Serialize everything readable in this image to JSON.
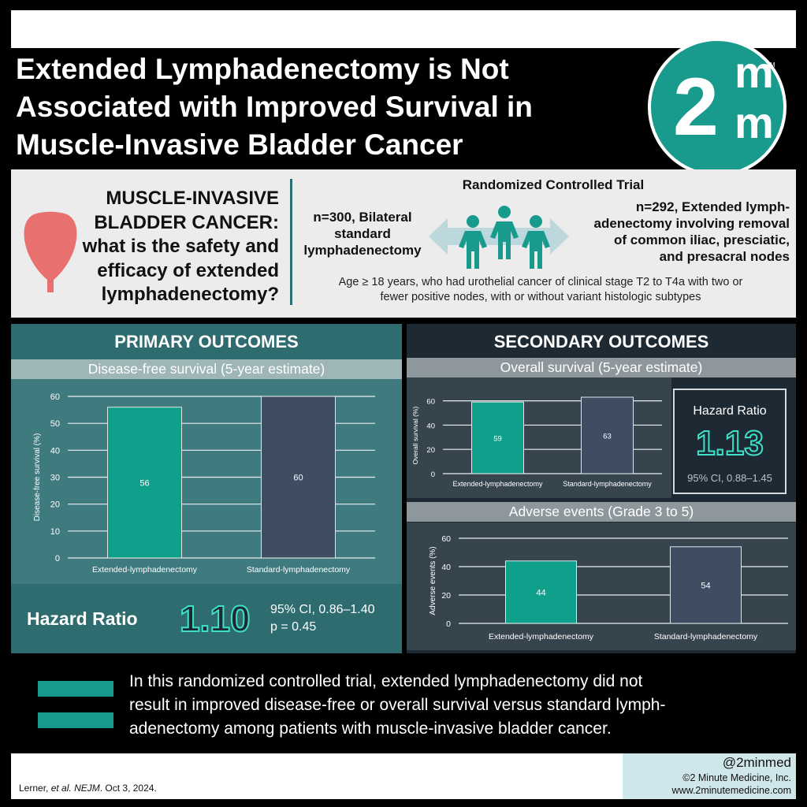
{
  "header": {
    "title_lines": [
      "Extended Lymphadenectomy is Not",
      "Associated with Improved Survival in",
      "Muscle-Invasive Bladder Cancer"
    ],
    "logo": {
      "digit": "2",
      "letter_top": "m",
      "letter_bottom": "m",
      "trademark": "TM"
    }
  },
  "intro": {
    "icon": "bladder-icon",
    "question_lines": [
      "MUSCLE-INVASIVE",
      "BLADDER CANCER:",
      "what is the safety and",
      "efficacy of extended",
      "lymphadenectomy?"
    ],
    "trial_label": "Randomized Controlled Trial",
    "arm_left_lines": [
      "n=300, Bilateral",
      "standard",
      "lymphadenectomy"
    ],
    "arm_right_lines": [
      "n=292, Extended lymph-",
      "adenectomy involving removal",
      "of common iliac, presciatic,",
      "and presacral nodes"
    ],
    "eligibility_lines": [
      "Age ≥ 18 years, who had urothelial cancer of clinical stage T2 to T4a with two or",
      "fewer positive nodes, with or without variant histologic subtypes"
    ]
  },
  "primary": {
    "title": "PRIMARY OUTCOMES",
    "chart_title": "Disease-free survival (5-year estimate)",
    "hazard_label": "Hazard Ratio",
    "hazard_value": "1.10",
    "ci": "95% CI, 0.86–1.40",
    "p": "p = 0.45"
  },
  "secondary": {
    "title": "SECONDARY OUTCOMES",
    "os_title": "Overall survival (5-year estimate)",
    "hazard_label": "Hazard Ratio",
    "hazard_value": "1.13",
    "ci": "95% CI, 0.88–1.45",
    "ae_title": "Adverse events (Grade 3 to 5)"
  },
  "chart_data": [
    {
      "type": "bar",
      "categories": [
        "Extended-lymphadenectomy",
        "Standard-lymphadenectomy"
      ],
      "values": [
        56,
        60
      ],
      "data_labels": [
        "56",
        "60"
      ],
      "ylabel": "Disease-free survival (%)",
      "ylim": [
        0,
        60
      ],
      "yticks": [
        0,
        10,
        20,
        30,
        40,
        50,
        60
      ],
      "grid": true,
      "colors": [
        "#0fa08c",
        "#3f4d62"
      ]
    },
    {
      "type": "bar",
      "categories": [
        "Extended-lymphadenectomy",
        "Standard-lymphadenectomy"
      ],
      "values": [
        59,
        63
      ],
      "data_labels": [
        "59",
        "63"
      ],
      "ylabel": "Overall survival (%)",
      "ylim": [
        0,
        63
      ],
      "yticks": [
        0,
        20,
        40,
        60
      ],
      "grid": true,
      "colors": [
        "#0fa08c",
        "#3f4d62"
      ]
    },
    {
      "type": "bar",
      "categories": [
        "Extended-lymphadenectomy",
        "Standard-lymphadenectomy"
      ],
      "values": [
        44,
        54
      ],
      "data_labels": [
        "44",
        "54"
      ],
      "ylabel": "Adverse events  (%)",
      "ylim": [
        0,
        60
      ],
      "yticks": [
        0,
        20,
        40,
        60
      ],
      "grid": true,
      "colors": [
        "#0fa08c",
        "#3f4d62"
      ]
    }
  ],
  "conclusion": {
    "lines": [
      "In this randomized controlled trial, extended lymphadenectomy did not",
      "result in improved disease-free or overall survival versus standard lymph-",
      "adenectomy among patients with muscle-invasive bladder cancer."
    ]
  },
  "footer": {
    "citation_authors": "Lerner, ",
    "citation_etal": "et al.",
    "citation_journal": "NEJM",
    "citation_date": ". Oct 3, 2024.",
    "handle": "@2minmed",
    "copyright": "©2 Minute Medicine, Inc.",
    "website": "www.2minutemedicine.com"
  },
  "colors": {
    "teal": "#189b8c",
    "bar_extended": "#0fa08c",
    "bar_standard": "#3f4d62",
    "primary_panel": "#2e6c6f",
    "secondary_panel": "#1e2a33",
    "accent_outline": "#3ee0c8"
  }
}
